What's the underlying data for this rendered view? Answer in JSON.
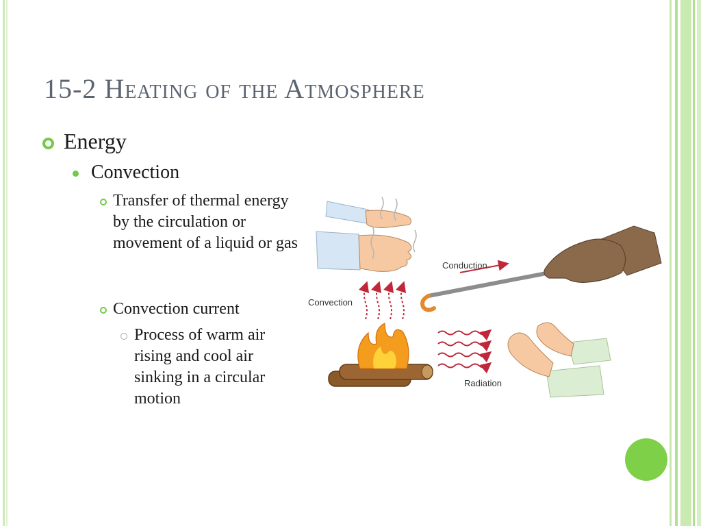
{
  "slide": {
    "title": "15-2 Heating of the Atmosphere",
    "bullets": {
      "level1": "Energy",
      "level2": "Convection",
      "level3a": "Transfer of thermal energy by the circulation or movement of a liquid or gas",
      "level3b": "Convection current",
      "level4": "Process of warm air rising and cool air sinking in a circular motion"
    }
  },
  "figure": {
    "labels": {
      "conduction": "Conduction",
      "convection": "Convection",
      "radiation": "Radiation"
    }
  },
  "colors": {
    "accent_green": "#74c94b",
    "title_gray": "#5b6471",
    "arrow_red": "#c0283a",
    "flame_orange": "#f39c1e"
  }
}
